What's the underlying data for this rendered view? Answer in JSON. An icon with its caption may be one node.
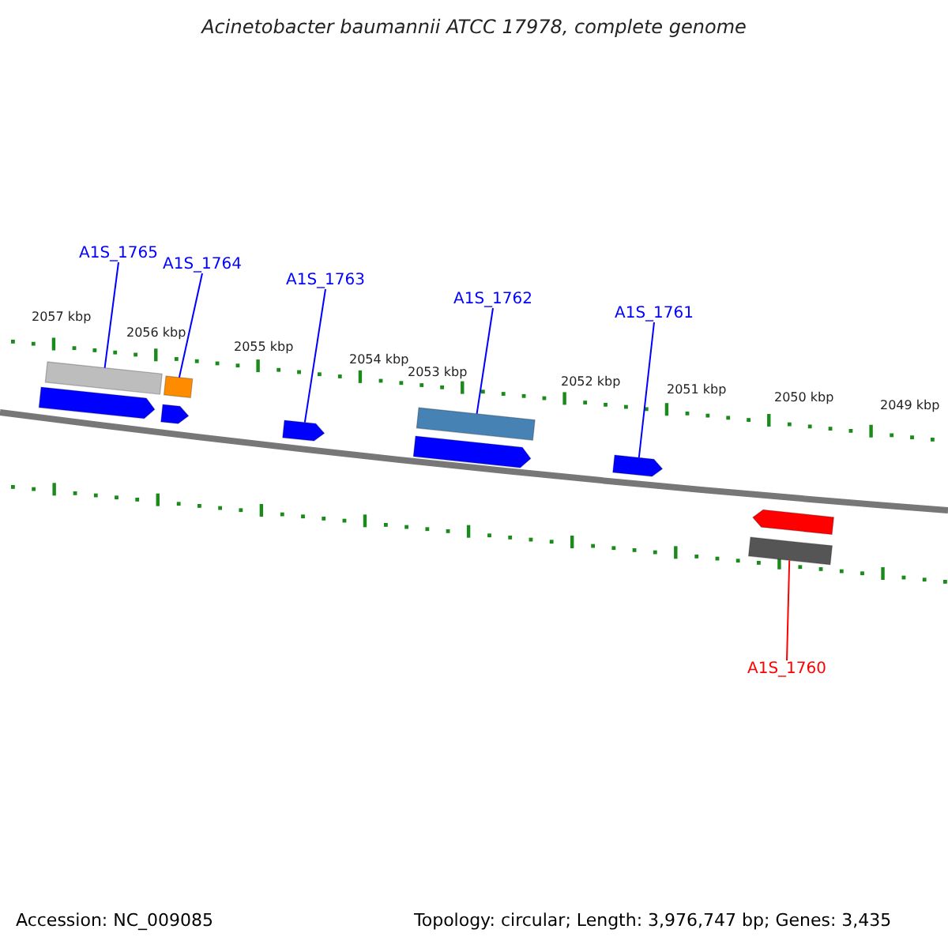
{
  "diagram": {
    "title": "Acinetobacter baumannii ATCC 17978, complete genome",
    "nodes": [
      {
        "text": [
          "A1S_1765"
        ]
      },
      {
        "text": [
          "A1S_1764"
        ]
      },
      {
        "text": [
          "A1S_1763"
        ]
      },
      {
        "text": [
          "A1S_1762"
        ]
      },
      {
        "text": [
          "A1S_1761"
        ]
      },
      {
        "text": [
          "A1S_1760"
        ]
      },
      {
        "text": [],
        "shape": "bar"
      },
      {
        "text": [],
        "shape": "arrow"
      },
      {
        "text": [],
        "shape": "bar"
      },
      {
        "text": [],
        "shape": "arrow"
      },
      {
        "text": [],
        "shape": "arrow"
      },
      {
        "text": [],
        "shape": "bar"
      },
      {
        "text": [],
        "shape": "arrow"
      },
      {
        "text": [],
        "shape": "arrow"
      },
      {
        "text": [],
        "shape": "arrow"
      },
      {
        "text": [],
        "shape": "bar"
      }
    ],
    "edges": [
      {
        "from": 0,
        "to": 6,
        "arrow": "none"
      },
      {
        "from": 1,
        "to": 8,
        "arrow": "none"
      },
      {
        "from": 2,
        "to": 10,
        "arrow": "none"
      },
      {
        "from": 3,
        "to": 11,
        "arrow": "none"
      },
      {
        "from": 4,
        "to": 13,
        "arrow": "none"
      },
      {
        "from": 5,
        "to": 15,
        "arrow": "none",
        "color": "#ff0000"
      }
    ],
    "labels": [
      "2057 kbp",
      "2056 kbp",
      "2055 kbp",
      "2054 kbp",
      "2053 kbp",
      "2052 kbp",
      "2051 kbp",
      "2050 kbp",
      "2049 kbp",
      "Accession: NC_009085",
      "Topology: circular; Length: 3,976,747 bp; Genes: 3,435"
    ]
  }
}
